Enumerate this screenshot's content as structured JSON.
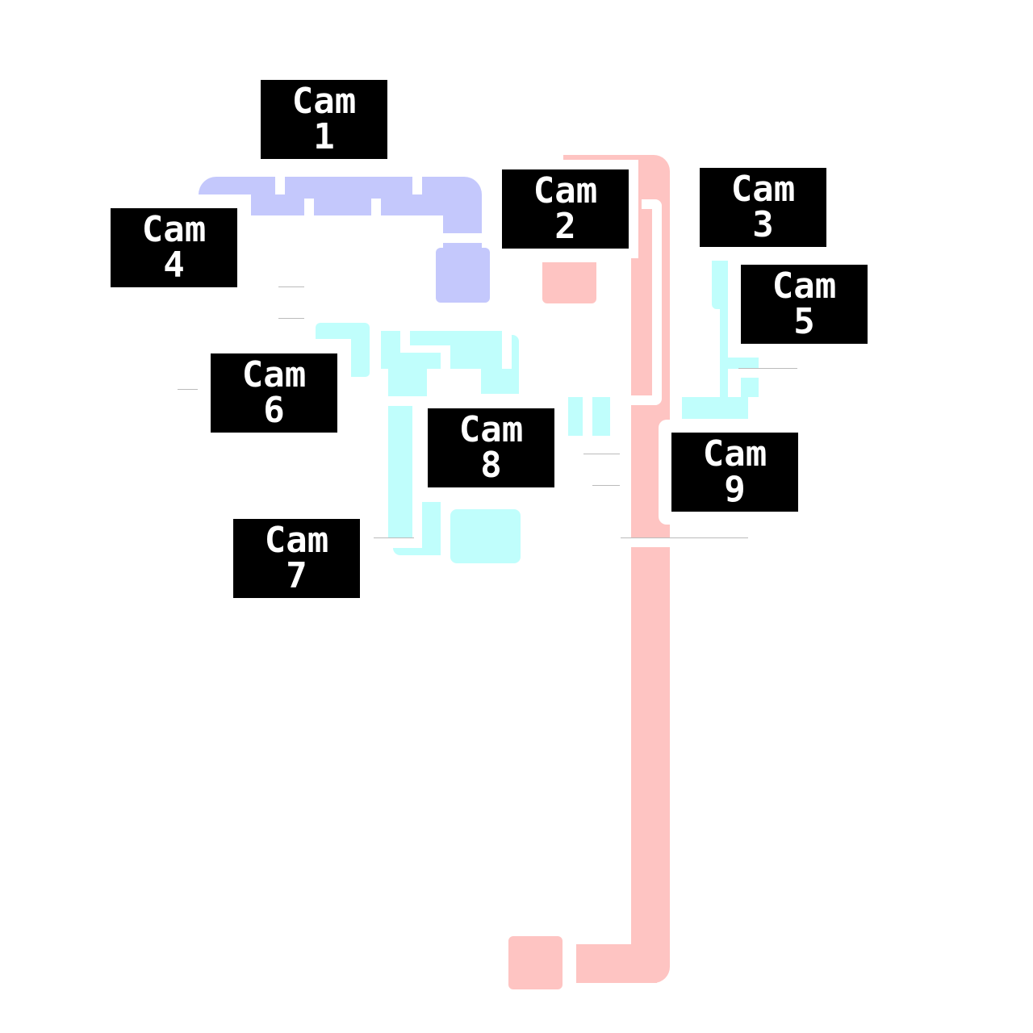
{
  "colors": {
    "west_wing": "#c4c8fc",
    "center": "#c0fefc",
    "east_hall": "#fec4c2",
    "label_bg": "#000000",
    "label_text": "#ffffff"
  },
  "cameras": [
    {
      "title": "Cam",
      "number": "1"
    },
    {
      "title": "Cam",
      "number": "2"
    },
    {
      "title": "Cam",
      "number": "3"
    },
    {
      "title": "Cam",
      "number": "4"
    },
    {
      "title": "Cam",
      "number": "5"
    },
    {
      "title": "Cam",
      "number": "6"
    },
    {
      "title": "Cam",
      "number": "7"
    },
    {
      "title": "Cam",
      "number": "8"
    },
    {
      "title": "Cam",
      "number": "9"
    }
  ]
}
